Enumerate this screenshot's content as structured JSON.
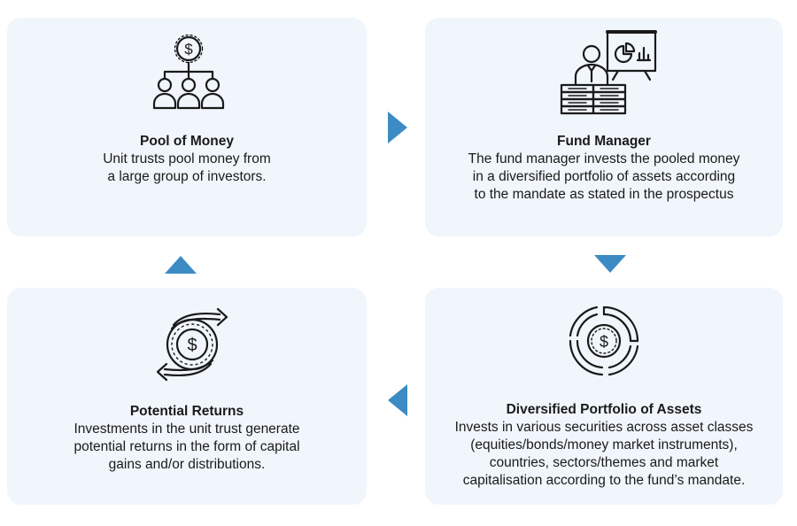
{
  "colors": {
    "card_bg": "#f0f6fb",
    "arrow": "#3d8bc4",
    "icon_stroke": "#1a1a1a"
  },
  "cards": {
    "pool": {
      "title": "Pool of Money",
      "desc": "Unit trusts pool money from\na large group of investors.",
      "icon": "money-pool-people-icon"
    },
    "fund": {
      "title": "Fund Manager",
      "desc": "The fund manager invests the pooled money\nin a diversified portfolio of assets according\nto the mandate as stated in the prospectus",
      "icon": "fund-manager-presentation-icon"
    },
    "portfolio": {
      "title": "Diversified Portfolio of Assets",
      "desc": "Invests in various securities across asset classes\n(equities/bonds/money market instruments),\ncountries, sectors/themes and market\ncapitalisation according to the fund’s mandate.",
      "icon": "portfolio-ring-icon"
    },
    "returns": {
      "title": "Potential Returns",
      "desc": "Investments in the unit trust generate\npotential returns in the form of capital\ngains and/or distributions.",
      "icon": "returns-cycle-coin-icon"
    }
  },
  "flow_arrows": [
    "arrow-right-icon",
    "arrow-down-icon",
    "arrow-left-icon",
    "arrow-up-icon"
  ]
}
